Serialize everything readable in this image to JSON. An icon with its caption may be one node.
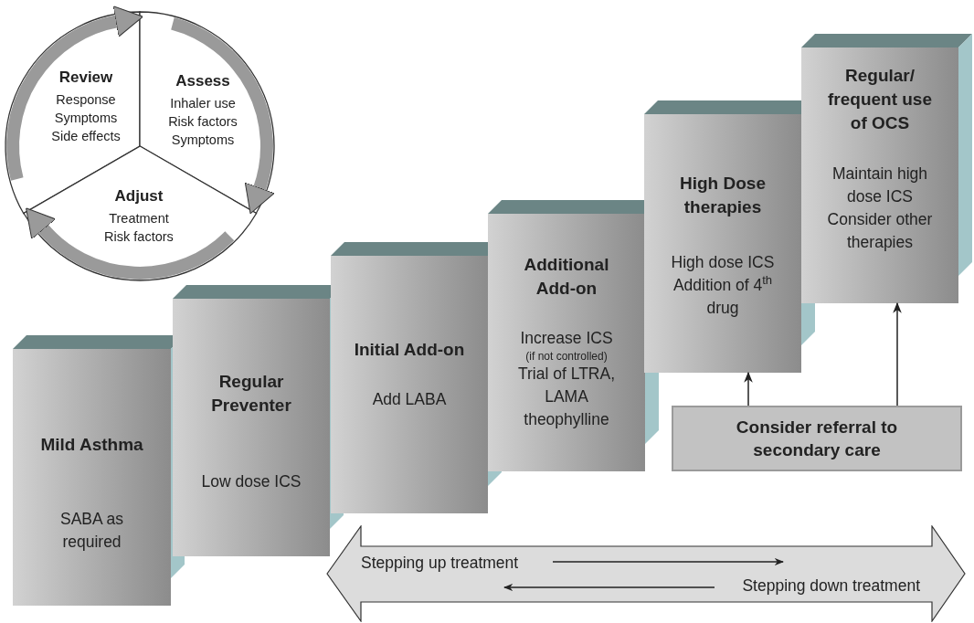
{
  "diagram": {
    "nodes": [
      {
        "text": [
          "Review",
          "Response Symptoms Side effects"
        ]
      },
      {
        "text": [
          "Assess",
          "Inhaler use Risk factors Symptoms"
        ]
      },
      {
        "text": [
          "Adjust",
          "Treatment Risk factors"
        ]
      },
      {
        "text": [
          "Mild Asthma",
          "SABA as required"
        ]
      },
      {
        "text": [
          "Regular Preventer",
          "Low dose ICS"
        ]
      },
      {
        "text": [
          "Initial Add-on",
          "Add LABA"
        ]
      },
      {
        "text": [
          "Additional Add-on",
          "Increase ICS",
          "(if not controlled)",
          "Trial of LTRA, LAMA theophylline"
        ]
      },
      {
        "text": [
          "High Dose therapies",
          "High dose ICS Addition of 4$^{th}$ drug"
        ]
      },
      {
        "text": [
          "Regular/ frequent use of OCS",
          "Maintain high dose ICS Consider other therapies"
        ]
      },
      {
        "text": [
          "Consider referral to secondary care"
        ]
      },
      {
        "text": [
          "Stepping up treatment",
          "Stepping down treatment"
        ]
      }
    ],
    "edges": [
      {
        "from": 0,
        "to": 1,
        "arrow": "to"
      },
      {
        "from": 1,
        "to": 2,
        "arrow": "to"
      },
      {
        "from": 2,
        "to": 0,
        "arrow": "to"
      },
      {
        "from": 9,
        "to": 7,
        "arrow": "to",
        "color": "#222222"
      },
      {
        "from": 9,
        "to": 8,
        "arrow": "to",
        "color": "#222222"
      }
    ]
  }
}
